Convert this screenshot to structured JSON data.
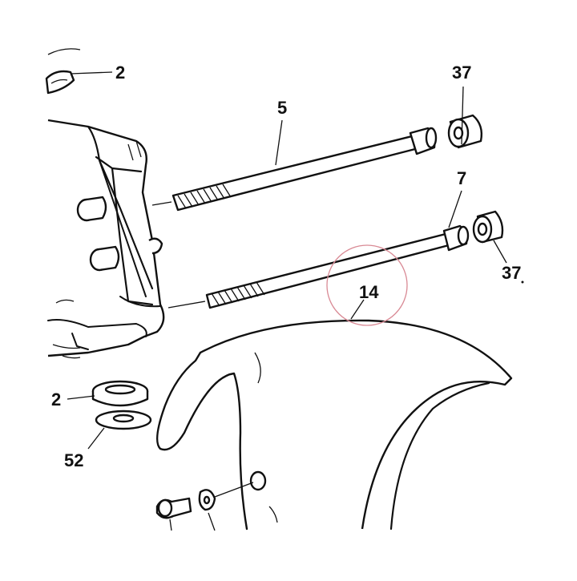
{
  "callouts": {
    "c2_top": "2",
    "c5": "5",
    "c37_top": "37",
    "c7": "7",
    "c37_right": "37",
    "c14": "14",
    "c2_bottom": "2",
    "c52": "52"
  },
  "colors": {
    "ink": "#111111",
    "highlight_circle": "#d98a95",
    "background": "#ffffff"
  }
}
